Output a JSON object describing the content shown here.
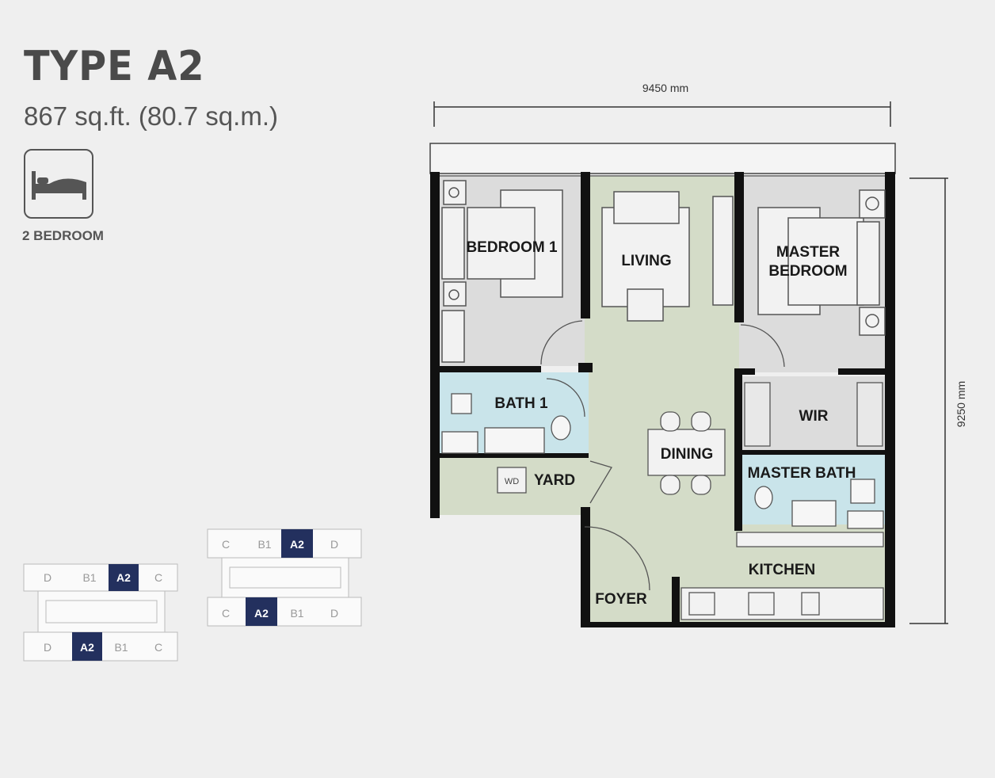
{
  "header": {
    "title": "TYPE A2",
    "area": "867 sq.ft. (80.7 sq.m.)",
    "bedroom_icon": "bed-icon",
    "bedroom_label": "2 BEDROOM"
  },
  "dimensions": {
    "width_label": "9450 mm",
    "height_label": "9250 mm"
  },
  "rooms": {
    "bedroom1": "BEDROOM 1",
    "living": "LIVING",
    "master_bedroom_line1": "MASTER",
    "master_bedroom_line2": "BEDROOM",
    "bath1": "BATH 1",
    "wir": "WIR",
    "dining": "DINING",
    "master_bath": "MASTER BATH",
    "yard": "YARD",
    "wd": "WD",
    "kitchen": "KITCHEN",
    "foyer": "FOYER"
  },
  "keyplan_left": {
    "top_row": [
      "D",
      "B1",
      "A2",
      "C"
    ],
    "bottom_row": [
      "D",
      "A2",
      "B1",
      "C"
    ]
  },
  "keyplan_right": {
    "top_row": [
      "C",
      "B1",
      "A2",
      "D"
    ],
    "bottom_row": [
      "C",
      "A2",
      "B1",
      "D"
    ]
  },
  "colors": {
    "highlight": "#23305e",
    "common_area": "#d4dcc8",
    "room_floor": "#dcdcdc",
    "wet_area": "#c9e4ea",
    "wall": "#111111"
  }
}
